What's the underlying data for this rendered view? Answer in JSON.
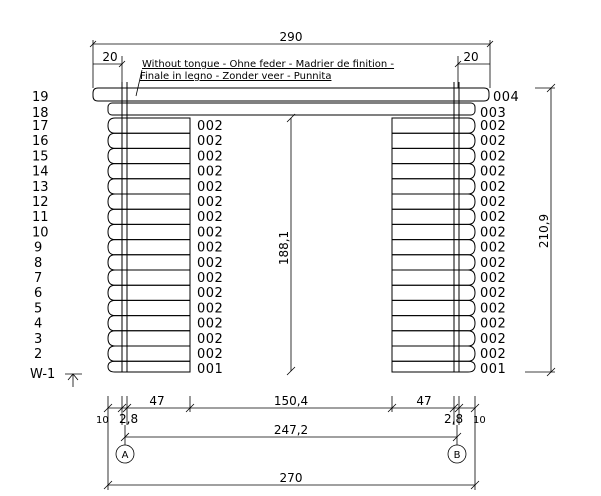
{
  "note": {
    "line1": "Without tongue - Ohne feder - Madrier de finition -",
    "line2": "Finale in legno - Zonder veer - Punnita"
  },
  "dims": {
    "top_total": "290",
    "top_left_overhang": "20",
    "top_right_overhang": "20",
    "height_total": "210,9",
    "inner_height": "188,1",
    "left_wall_width": "47",
    "opening_width": "150,4",
    "right_wall_width": "47",
    "left_margin": "10",
    "left_thickness": "2,8",
    "right_thickness": "2,8",
    "right_margin": "10",
    "axis_distance": "247,2",
    "bottom_total": "270"
  },
  "axes": {
    "left": "A",
    "right": "B"
  },
  "level_label": "W-1",
  "rows": [
    {
      "num": "19",
      "left": "",
      "right": "004"
    },
    {
      "num": "18",
      "left": "",
      "right": "003"
    },
    {
      "num": "17",
      "left": "002",
      "right": "002"
    },
    {
      "num": "16",
      "left": "002",
      "right": "002"
    },
    {
      "num": "15",
      "left": "002",
      "right": "002"
    },
    {
      "num": "14",
      "left": "002",
      "right": "002"
    },
    {
      "num": "13",
      "left": "002",
      "right": "002"
    },
    {
      "num": "12",
      "left": "002",
      "right": "002"
    },
    {
      "num": "11",
      "left": "002",
      "right": "002"
    },
    {
      "num": "10",
      "left": "002",
      "right": "002"
    },
    {
      "num": "9",
      "left": "002",
      "right": "002"
    },
    {
      "num": "8",
      "left": "002",
      "right": "002"
    },
    {
      "num": "7",
      "left": "002",
      "right": "002"
    },
    {
      "num": "6",
      "left": "002",
      "right": "002"
    },
    {
      "num": "5",
      "left": "002",
      "right": "002"
    },
    {
      "num": "4",
      "left": "002",
      "right": "002"
    },
    {
      "num": "3",
      "left": "002",
      "right": "002"
    },
    {
      "num": "2",
      "left": "002",
      "right": "002"
    },
    {
      "num": "",
      "left": "001",
      "right": "001"
    }
  ]
}
